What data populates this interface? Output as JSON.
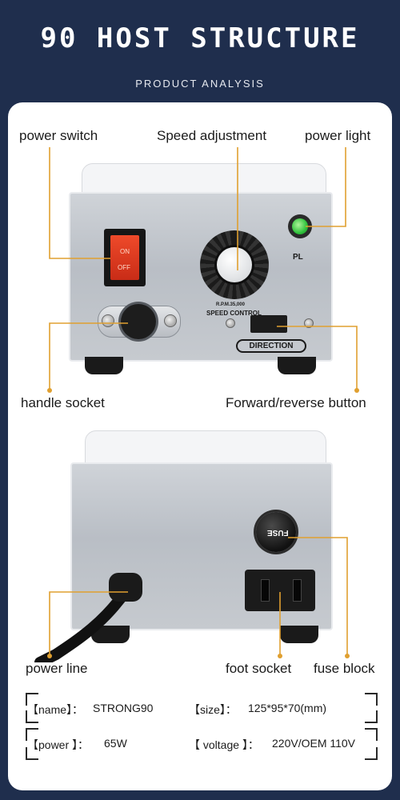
{
  "header": {
    "title": "90 HOST STRUCTURE",
    "subtitle": "PRODUCT ANALYSIS"
  },
  "front_view": {
    "labels": {
      "power_switch": "power switch",
      "speed_adjustment": "Speed adjustment",
      "power_light": "power light",
      "handle_socket": "handle socket",
      "forward_reverse": "Forward/reverse button"
    },
    "panel_text": {
      "switch_on": "ON",
      "switch_off": "OFF",
      "rpm": "R.P.M.35,000",
      "speed_control": "SPEED CONTROL",
      "pl": "PL",
      "direction": "DIRECTION"
    }
  },
  "rear_view": {
    "labels": {
      "power_line": "power line",
      "foot_socket": "foot socket",
      "fuse_block": "fuse block"
    },
    "panel_text": {
      "fuse": "FUSE"
    }
  },
  "specs": {
    "row1": {
      "name_key": "【name】：",
      "name_value": "STRONG90",
      "size_key": "【size】：",
      "size_value": "125*95*70(mm)"
    },
    "row2": {
      "power_key": "【power 】：",
      "power_value": "65W",
      "voltage_key": "【 voltage 】：",
      "voltage_value": "220V/OEM 110V"
    }
  },
  "colors": {
    "background": "#1f2e4d",
    "card": "#ffffff",
    "leader": "#e0a030",
    "switch_red": "#e03a20",
    "led_green": "#2fc23c"
  }
}
